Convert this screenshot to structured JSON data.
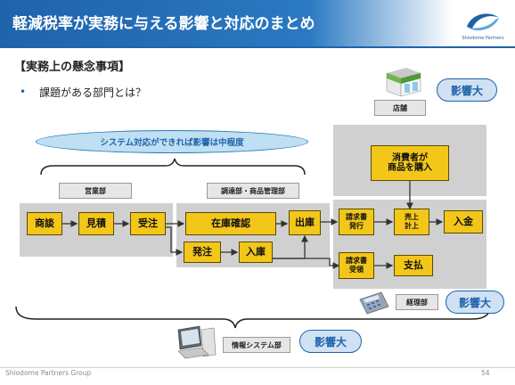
{
  "title": "軽減税率が実務に与える影響と対応のまとめ",
  "logo": {
    "text": "Shiodome Partners"
  },
  "section_heading": "【実務上の懸念事項】",
  "bullet": "課題がある部門とは？",
  "ellipse_note": "システム対応ができれば影響は中程度",
  "departments": {
    "sales": "営業部",
    "procurement": "調達部・商品管理部",
    "store": "店舗",
    "accounting": "経理部",
    "it": "情報システム部"
  },
  "process": {
    "negotiation": "商談",
    "estimate": "見積",
    "order_received": "受注",
    "inventory_check": "在庫確認",
    "shipping": "出庫",
    "order_placed": "発注",
    "receiving": "入庫",
    "invoice_issue": "請求書\n発行",
    "sales_record": "売上\n計上",
    "payment_in": "入金",
    "invoice_receive": "請求書\n受領",
    "payment_out": "支払",
    "consumer_purchase": "消費者が\n商品を購入"
  },
  "impact": {
    "store": "影響大",
    "accounting": "影響大",
    "it": "影響大"
  },
  "footer": {
    "company": "Shiodome Partners Group",
    "page": "54"
  },
  "colors": {
    "accent": "#1f63ab",
    "process_box": "#f3c61a",
    "group_bg": "#d0d0d0",
    "bubble_bg": "#cfe1f3"
  }
}
